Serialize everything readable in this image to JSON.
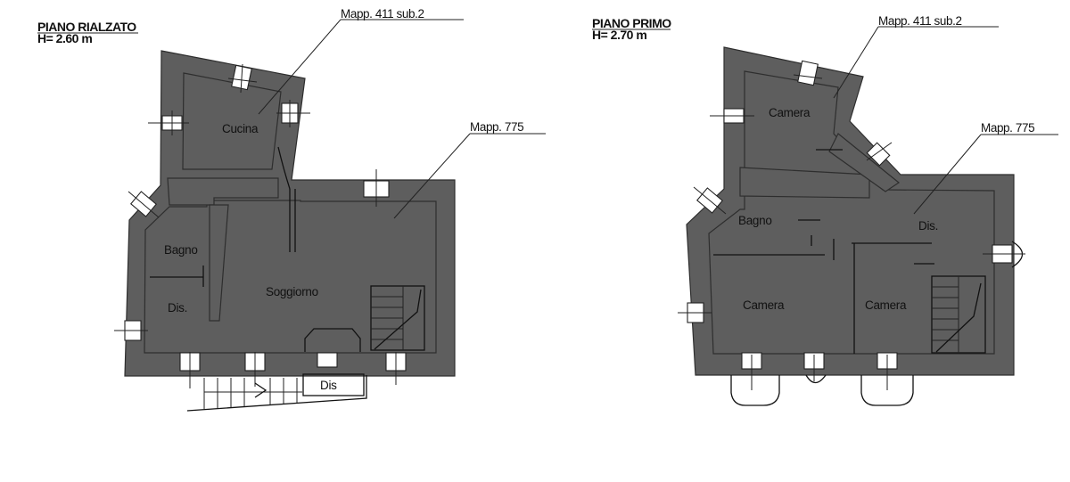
{
  "colors": {
    "wall": "#5e5e5e",
    "line": "#111111",
    "paper": "#ffffff"
  },
  "floors": [
    {
      "title": "PIANO RIALZATO",
      "height": "H= 2.60 m",
      "mapp_a": "Mapp. 411 sub.2",
      "mapp_b": "Mapp. 775",
      "rooms": {
        "cucina": "Cucina",
        "bagno": "Bagno",
        "dis": "Dis.",
        "soggiorno": "Soggiorno",
        "dis_entry": "Dis"
      }
    },
    {
      "title": "PIANO PRIMO",
      "height": "H= 2.70 m",
      "mapp_a": "Mapp. 411 sub.2",
      "mapp_b": "Mapp. 775",
      "rooms": {
        "camera_top": "Camera",
        "bagno": "Bagno",
        "dis": "Dis.",
        "camera_left": "Camera",
        "camera_right": "Camera"
      }
    }
  ]
}
